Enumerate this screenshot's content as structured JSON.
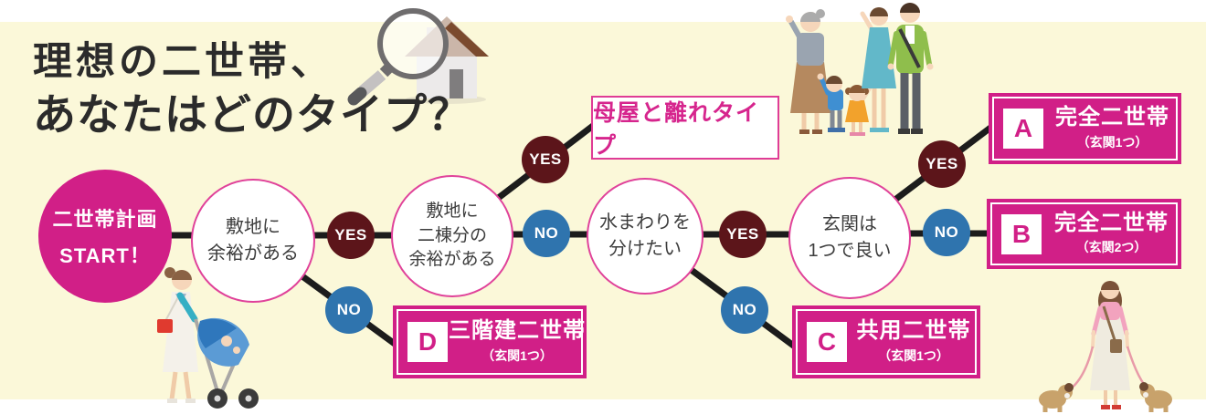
{
  "title": {
    "line1": "理想の二世帯、",
    "line2": "あなたはどのタイプ？"
  },
  "flow": {
    "start": {
      "line1": "二世帯計画",
      "line2": "START！"
    },
    "labels": {
      "yes": "YES",
      "no": "NO"
    },
    "questions": [
      {
        "id": "q1",
        "lines": [
          "敷地に",
          "余裕がある",
          ""
        ]
      },
      {
        "id": "q2",
        "lines": [
          "敷地に",
          "二棟分の",
          "余裕がある"
        ]
      },
      {
        "id": "q3",
        "lines": [
          "水まわりを",
          "分けたい",
          ""
        ]
      },
      {
        "id": "q4",
        "lines": [
          "玄関は",
          "1つで良い",
          ""
        ]
      }
    ],
    "results": [
      {
        "id": "hanare",
        "letter": "",
        "title": "母屋と離れタイプ",
        "subtitle": ""
      },
      {
        "id": "A",
        "letter": "A",
        "title": "完全二世帯",
        "subtitle": "（玄関1つ）"
      },
      {
        "id": "B",
        "letter": "B",
        "title": "完全二世帯",
        "subtitle": "（玄関2つ）"
      },
      {
        "id": "C",
        "letter": "C",
        "title": "共用二世帯",
        "subtitle": "（玄関1つ）"
      },
      {
        "id": "D",
        "letter": "D",
        "title": "三階建二世帯",
        "subtitle": "（玄関1つ）"
      }
    ],
    "edges": [
      {
        "from": "start",
        "label": "",
        "to": "q1"
      },
      {
        "from": "q1",
        "label": "YES",
        "to": "q2"
      },
      {
        "from": "q1",
        "label": "NO",
        "to": "D"
      },
      {
        "from": "q2",
        "label": "YES",
        "to": "hanare"
      },
      {
        "from": "q2",
        "label": "NO",
        "to": "q3"
      },
      {
        "from": "q3",
        "label": "YES",
        "to": "q4"
      },
      {
        "from": "q3",
        "label": "NO",
        "to": "C"
      },
      {
        "from": "q4",
        "label": "YES",
        "to": "A"
      },
      {
        "from": "q4",
        "label": "NO",
        "to": "B"
      }
    ]
  },
  "colors": {
    "background_cream": "#FBF8D9",
    "magenta": "#D11F87",
    "circle_border_pink": "#E0429A",
    "yes_maroon": "#5C151A",
    "no_blue": "#2F74AE",
    "line_black": "#1C1C1C",
    "title_text": "#2B2B2B"
  },
  "icons": [
    "magnifier-house-icon",
    "family-illustration",
    "stroller-mom-illustration",
    "dog-walker-illustration"
  ]
}
